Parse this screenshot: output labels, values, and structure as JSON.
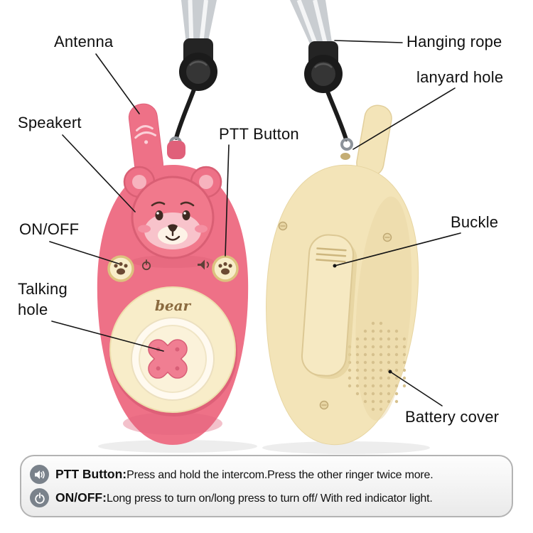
{
  "labels": {
    "antenna": "Antenna",
    "hanging_rope": "Hanging rope",
    "lanyard_hole": "lanyard hole",
    "speaker": "Speakert",
    "ptt_button": "PTT Button",
    "on_off": "ON/OFF",
    "buckle": "Buckle",
    "talking_hole_line1": "Talking",
    "talking_hole_line2": "hole",
    "battery_cover": "Battery cover"
  },
  "device": {
    "brand_text": "bear"
  },
  "info_box": {
    "rows": [
      {
        "icon": "speaker-sound-icon",
        "title": "PTT Button:",
        "text": "Press and hold the intercom.Press the other ringer twice more."
      },
      {
        "icon": "power-icon",
        "title": "ON/OFF:",
        "text": "Long press to turn on/long press to turn off/ With red indicator light."
      }
    ]
  },
  "colors": {
    "pink_body": "#ee7187",
    "pink_dark": "#d95f74",
    "cream_body": "#f3e4b8",
    "cream_button": "#f8edc9",
    "strap_gray": "#c9cdd1",
    "clip_black": "#242424",
    "annotation_text": "#101010",
    "info_icon_bg": "#7a828b"
  }
}
